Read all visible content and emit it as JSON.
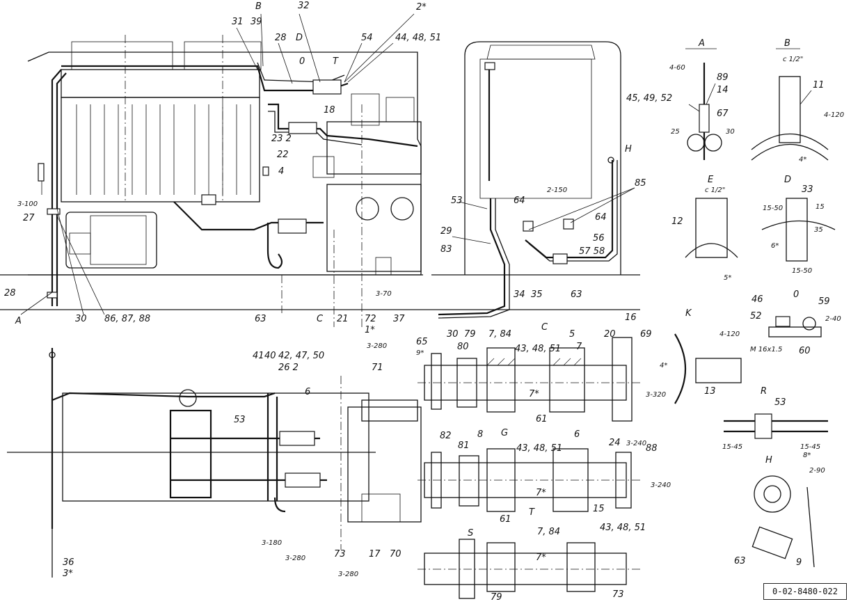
{
  "callouts": {
    "top_left_view": [
      "31",
      "39",
      "B",
      "28",
      "D",
      "0",
      "32",
      "T",
      "54",
      "2*",
      "44, 48, 51",
      "18",
      "22",
      "23 2",
      "4",
      "C",
      "21",
      "72",
      "1*",
      "63",
      "37",
      "86, 87, 88",
      "30",
      "28",
      "27",
      "A"
    ],
    "weld_marks": [
      "3-100",
      "3-70",
      "2-150",
      "4-60",
      "4-120",
      "15-50",
      "15-50",
      "2-40",
      "4-120",
      "15-45",
      "15-45",
      "2-90",
      "3-320",
      "3-240",
      "3-240",
      "3-280",
      "3-180",
      "3-280",
      "3-280"
    ],
    "right_view": [
      "53",
      "29",
      "83",
      "64",
      "85",
      "64",
      "56",
      "57 58",
      "34",
      "35",
      "63",
      "H"
    ],
    "bottom_view": [
      "41",
      "40",
      "42, 47, 50",
      "26 2",
      "6",
      "53",
      "71",
      "36",
      "3*",
      "73",
      "17",
      "70"
    ],
    "section_C": [
      "C",
      "30",
      "79",
      "7, 84",
      "43, 48, 51",
      "5",
      "7",
      "20",
      "16",
      "69",
      "65",
      "9*",
      "80",
      "7*",
      "61"
    ],
    "section_G": [
      "G",
      "81",
      "8",
      "43, 48, 51",
      "6",
      "24",
      "88",
      "82",
      "7*",
      "15"
    ],
    "section_T": [
      "T",
      "S",
      "61",
      "7, 84",
      "43, 48, 51",
      "7*",
      "79",
      "73"
    ],
    "detail_A": [
      "A",
      "45, 49, 52",
      "89",
      "14",
      "67",
      "25",
      "30"
    ],
    "detail_B": [
      "B",
      "c 1/2\"",
      "11",
      "4*"
    ],
    "detail_E": [
      "E",
      "c 1/2\"",
      "12",
      "5*"
    ],
    "detail_D": [
      "D",
      "33",
      "15",
      "35",
      "6*"
    ],
    "detail_K": [
      "K",
      "4*",
      "13",
      "R",
      "M 16x1.5"
    ],
    "detail_0": [
      "0",
      "46",
      "59",
      "52",
      "60"
    ],
    "detail_R": [
      "53",
      "8*"
    ],
    "detail_H": [
      "H",
      "63",
      "9"
    ]
  },
  "stamp": "0-02-8480-022"
}
